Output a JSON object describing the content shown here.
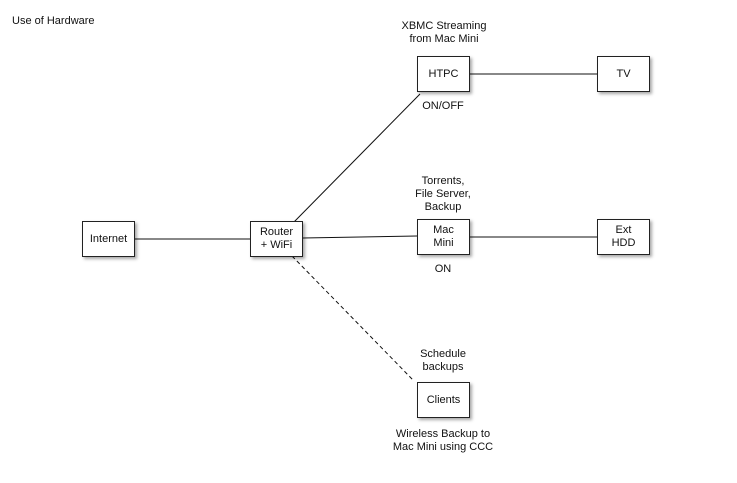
{
  "title": "Use of Hardware",
  "nodes": {
    "internet": "Internet",
    "router": "Router\n+ WiFi",
    "htpc": "HTPC",
    "tv": "TV",
    "mac_mini": "Mac\nMini",
    "ext_hdd": "Ext\nHDD",
    "clients": "Clients"
  },
  "annotations": {
    "htpc_role": "XBMC Streaming\nfrom Mac Mini",
    "htpc_power": "ON/OFF",
    "mac_mini_role": "Torrents,\nFile Server,\nBackup",
    "mac_mini_power": "ON",
    "clients_schedule": "Schedule\nbackups",
    "clients_backup": "Wireless Backup to\nMac Mini using CCC"
  },
  "connections": [
    {
      "from": "internet",
      "to": "router",
      "style": "solid"
    },
    {
      "from": "router",
      "to": "htpc",
      "style": "solid"
    },
    {
      "from": "router",
      "to": "mac_mini",
      "style": "solid"
    },
    {
      "from": "router",
      "to": "clients",
      "style": "dashed"
    },
    {
      "from": "htpc",
      "to": "tv",
      "style": "solid"
    },
    {
      "from": "mac_mini",
      "to": "ext_hdd",
      "style": "solid"
    }
  ]
}
